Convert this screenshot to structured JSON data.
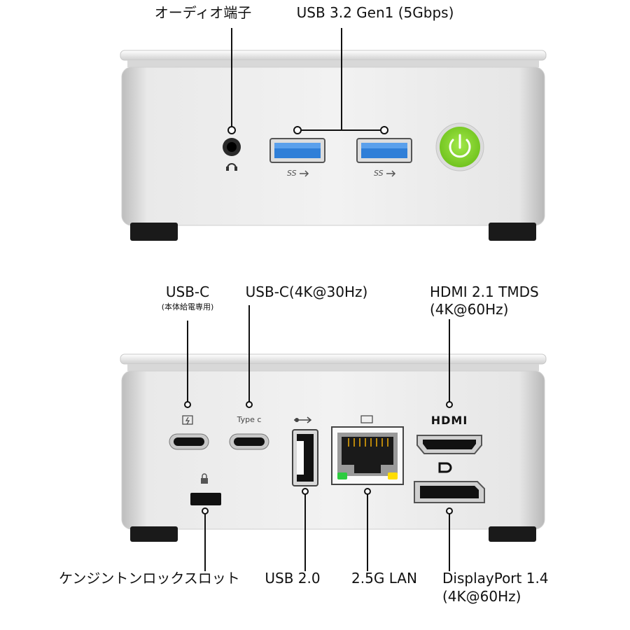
{
  "front": {
    "audio_label": "オーディオ端子",
    "usb_label": "USB 3.2 Gen1 (5Gbps)",
    "usb_mark": "SS"
  },
  "rear": {
    "usbc_power_label": "USB-C",
    "usbc_power_note": "(本体給電専用)",
    "usbc_video_label": "USB-C(4K@30Hz)",
    "usbc_video_mark": "Type c",
    "hdmi_label_line1": "HDMI 2.1 TMDS",
    "hdmi_label_line2": "(4K@60Hz)",
    "hdmi_mark": "HDMI",
    "kensington_label": "ケンジントンロックスロット",
    "usb2_label": "USB 2.0",
    "lan_label": "2.5G LAN",
    "dp_label_line1": "DisplayPort 1.4",
    "dp_label_line2": "(4K@60Hz)"
  },
  "colors": {
    "chassis": "#e4e4e4",
    "power_button": "#7ed321",
    "usb3_blue": "#2f7fd8",
    "port_black": "#111111",
    "lan_green": "#2ecc40",
    "lan_yellow": "#ffdd00"
  }
}
